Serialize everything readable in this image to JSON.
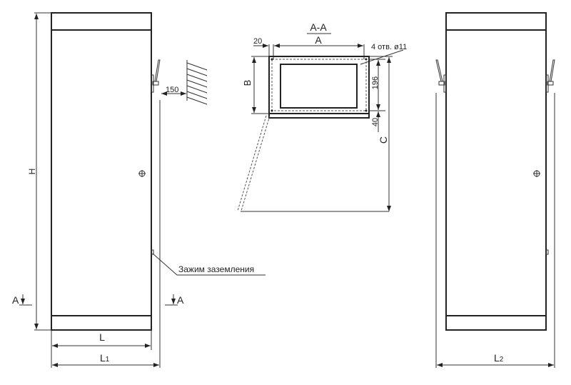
{
  "title": "Габаритные размеры шкафа",
  "labels": {
    "height": "H",
    "width_l": "L",
    "width_l1_main": "L",
    "width_l1_sub": "1",
    "width_l2_main": "L",
    "width_l2_sub": "2",
    "wall_clearance": "150",
    "section_marker_left": "A",
    "section_marker_right": "A",
    "grounding": "Зажим заземления",
    "section_title": "A-A",
    "dim_a": "A",
    "dim_b": "B",
    "dim_c": "C",
    "dim_20": "20",
    "dim_196": "196",
    "dim_40": "40",
    "holes": "4 отв. ø11"
  }
}
